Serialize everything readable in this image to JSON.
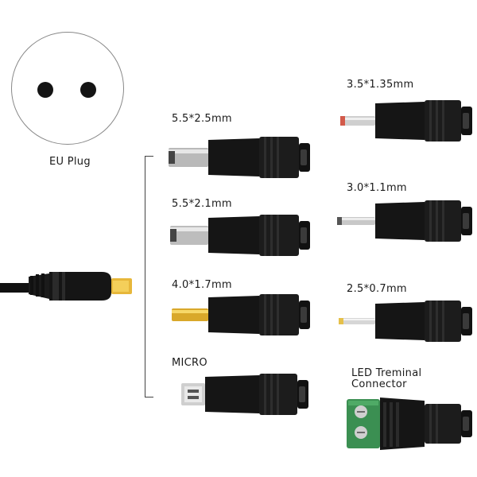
{
  "eu_plug": {
    "label": "EU Plug"
  },
  "connectors": [
    {
      "id": "c1",
      "label": "5.5*2.5mm",
      "tip": "barrel",
      "tip_color": "#b9b9b9"
    },
    {
      "id": "c2",
      "label": "5.5*2.1mm",
      "tip": "barrel",
      "tip_color": "#bdbdbd"
    },
    {
      "id": "c3",
      "label": "4.0*1.7mm",
      "tip": "barrel-small",
      "tip_color": "#f0c23a"
    },
    {
      "id": "c4",
      "label": "MICRO",
      "tip": "micro",
      "tip_color": "#c9c9c9"
    },
    {
      "id": "c5",
      "label": "3.5*1.35mm",
      "tip": "thin",
      "tip_color": "#d0d0d0"
    },
    {
      "id": "c6",
      "label": "3.0*1.1mm",
      "tip": "thin",
      "tip_color": "#c8c8c8"
    },
    {
      "id": "c7",
      "label": "2.5*0.7mm",
      "tip": "thin",
      "tip_color": "#d6c37a"
    }
  ],
  "terminal": {
    "label": "LED Treminal Connector"
  },
  "colors": {
    "body": "#151515",
    "ribs": "#2e2e2e",
    "terminal_green": "#3b8f52",
    "bracket": "#444444"
  }
}
